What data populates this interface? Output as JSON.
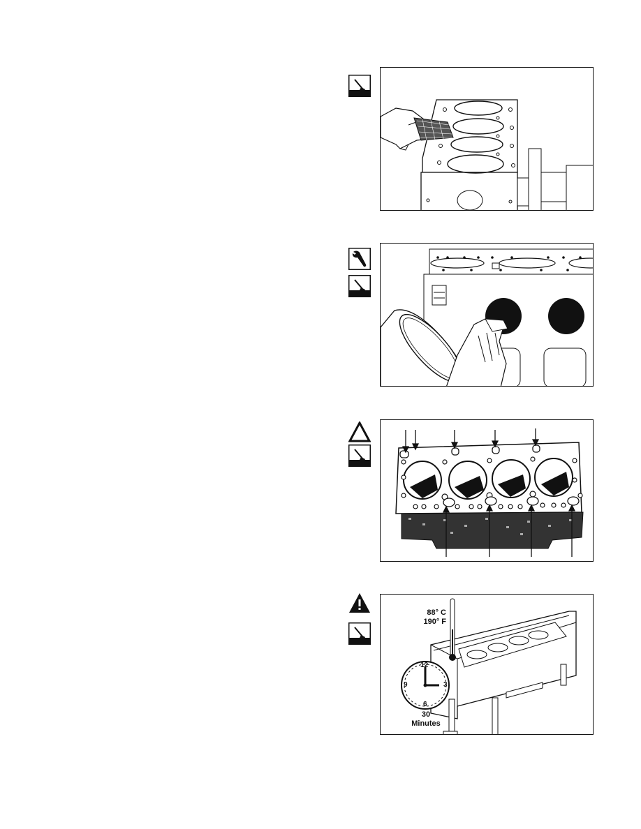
{
  "figures": [
    {
      "id": 1,
      "icons": [
        "clean-icon"
      ]
    },
    {
      "id": 2,
      "icons": [
        "wrench-icon",
        "clean-icon"
      ]
    },
    {
      "id": 3,
      "icons": [
        "caution-triangle-icon",
        "clean-icon"
      ]
    },
    {
      "id": 4,
      "icons": [
        "warning-triangle-icon",
        "clean-icon"
      ],
      "temperature_c": "88° C",
      "temperature_f": "190° F",
      "time_value": "30",
      "time_unit": "Minutes",
      "clock_numbers": [
        "12",
        "3",
        "6",
        "9"
      ]
    }
  ]
}
